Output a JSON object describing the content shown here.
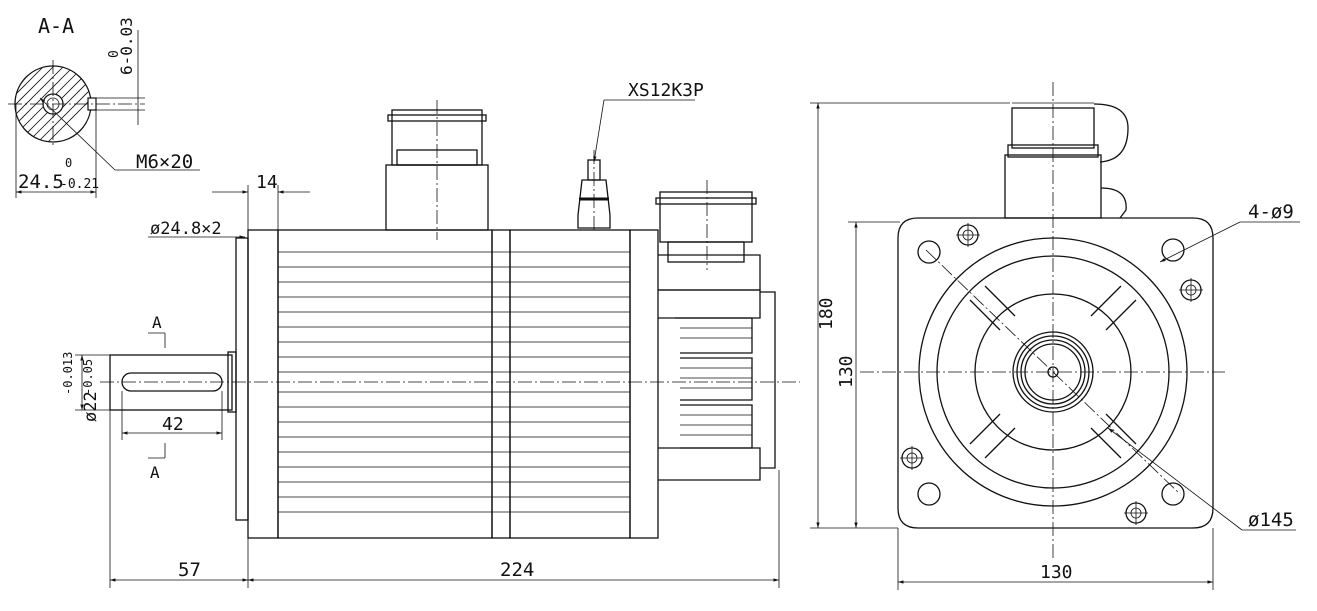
{
  "labels": {
    "section_title": "A-A",
    "tol_key_width": "0",
    "dim_key_width": "6-0.03",
    "dim_key_depth": "24.5",
    "tol_key_depth_upper": "0",
    "tol_key_depth_lower": "-0.21",
    "thread_note": "M6×20",
    "connector_note": "XS12K3P",
    "dim_flange_thickness": "14",
    "dim_pilot": "ø24.8×2",
    "section_mark_top": "A",
    "section_mark_bottom": "A",
    "dim_shaft_dia": "ø22",
    "tol_shaft_upper": "-0.013",
    "tol_shaft_lower": "-0.05",
    "dim_key_length": "42",
    "dim_shaft_length": "57",
    "dim_body_length": "224",
    "dim_height_180": "180",
    "dim_height_130": "130",
    "dim_width_130": "130",
    "hole_note": "4-ø9",
    "dim_pcd": "ø145"
  }
}
